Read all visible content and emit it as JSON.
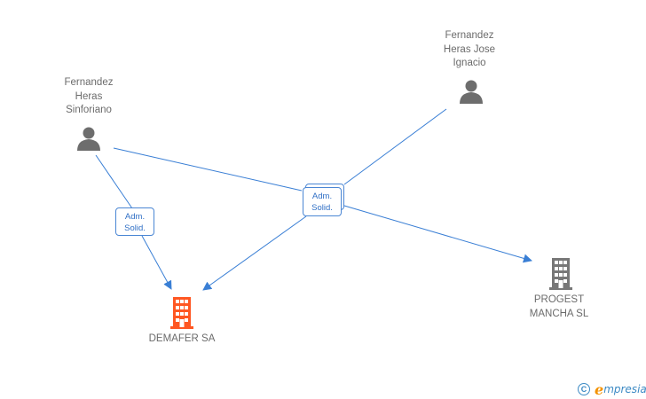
{
  "nodes": {
    "person_sinforiano": {
      "name": "Fernandez\nHeras\nSinforiano",
      "icon": "person-icon"
    },
    "person_jose_ignacio": {
      "name": "Fernandez\nHeras Jose\nIgnacio",
      "icon": "person-icon"
    },
    "company_demafer": {
      "name": "DEMAFER SA",
      "icon": "building-icon",
      "color": "#ff5722"
    },
    "company_progest": {
      "name": "PROGEST\nMANCHA SL",
      "icon": "building-icon",
      "color": "#777777"
    }
  },
  "relations": [
    {
      "label_line1": "Adm.",
      "label_line2": "Solid."
    },
    {
      "label_line1": "Adm.",
      "label_line2": "Solid."
    }
  ],
  "colors": {
    "edge": "#3a7fd5",
    "label_text": "#6b6b6b",
    "person": "#6d6d6d"
  },
  "footer": {
    "copyright": "C",
    "brand_e": "e",
    "brand_rest": "mpresia"
  }
}
